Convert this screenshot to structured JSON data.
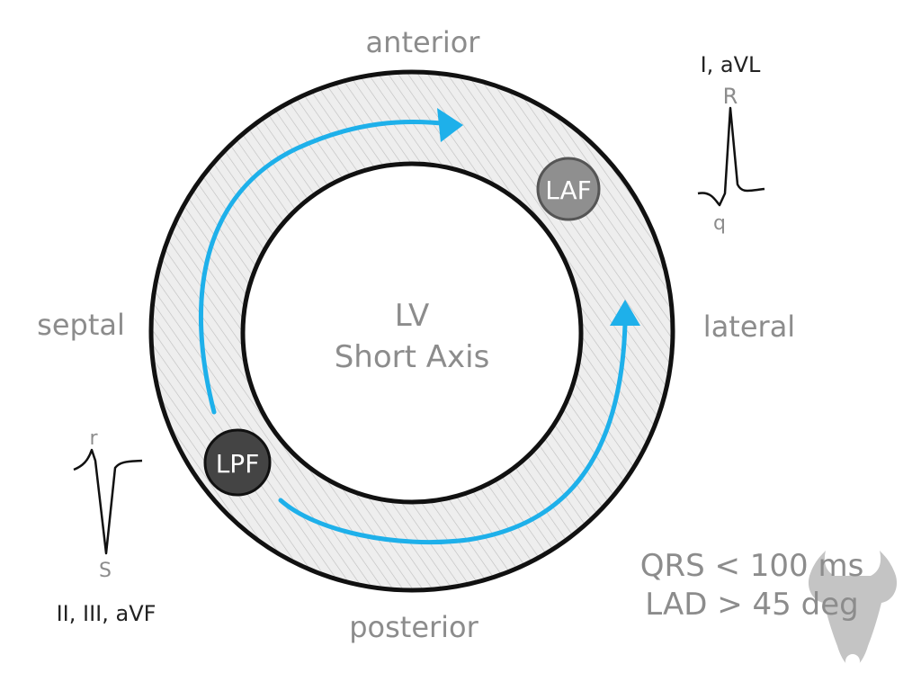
{
  "diagram": {
    "center_text_line1": "LV",
    "center_text_line2": "Short Axis",
    "labels": {
      "anterior": "anterior",
      "septal": "septal",
      "lateral": "lateral",
      "posterior": "posterior"
    },
    "fascicles": {
      "laf": "LAF",
      "lpf": "LPF"
    },
    "ecg_lateral": {
      "leads": "I, aVL",
      "peak": "R",
      "dip": "q"
    },
    "ecg_inferior": {
      "leads": "II, III, aVF",
      "peak": "r",
      "dip": "S"
    },
    "criteria": {
      "line1": "QRS < 100 ms",
      "line2": "LAD > 45 deg"
    },
    "colors": {
      "arrow": "#1eb0ea",
      "ring_fill": "#e8e8e8",
      "outline": "#111111",
      "laf_fill": "#8f8f8f",
      "lpf_fill": "#444444",
      "logo": "#c4c4c4"
    }
  }
}
